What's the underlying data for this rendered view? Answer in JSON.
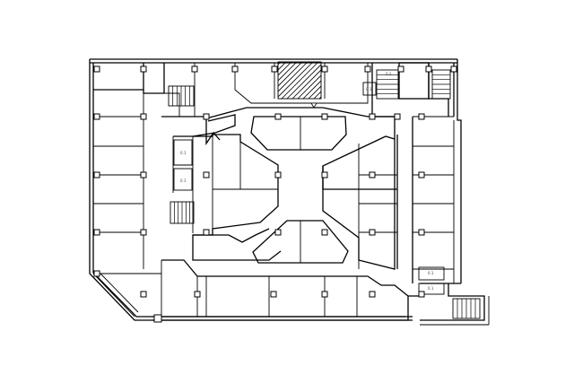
{
  "drawing": {
    "type": "floor-plan",
    "colors": {
      "background": "#ffffff",
      "lines": "#000000"
    },
    "icons": [
      "stair-icon",
      "hatched-shaft-icon",
      "column-icon"
    ],
    "room_tags": [
      "0.1",
      "0.1",
      "0.1",
      "0.1",
      "0.1",
      "0.1"
    ]
  }
}
